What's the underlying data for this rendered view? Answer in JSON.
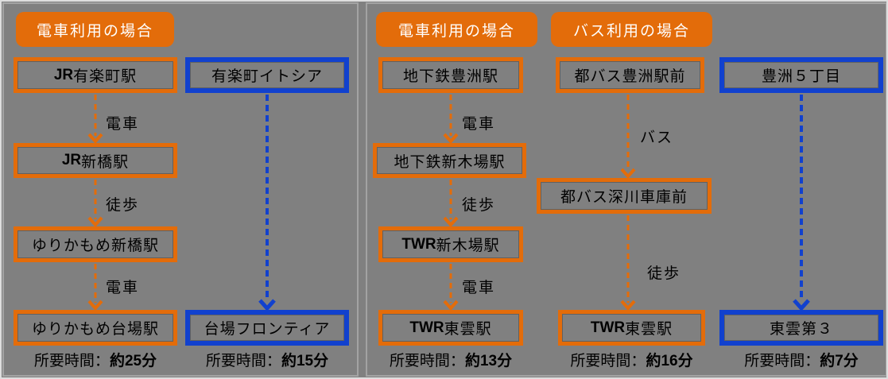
{
  "colors": {
    "background": "#808080",
    "panel_border": "#A3A3A3",
    "orange": "#E36C0A",
    "blue": "#1141CE",
    "box_text": "#000000",
    "header_text": "#FFFFFF"
  },
  "left_panel": {
    "header": "電車利用の場合",
    "train_route": {
      "stops": [
        {
          "prefix": "JR",
          "name": "有楽町駅"
        },
        {
          "prefix": "JR",
          "name": "新橋駅"
        },
        {
          "prefix": "",
          "name": "ゆりかもめ新橋駅"
        },
        {
          "prefix": "",
          "name": "ゆりかもめ台場駅"
        }
      ],
      "leg_labels": [
        "電車",
        "徒歩",
        "電車"
      ],
      "duration_label": "所要時間：",
      "duration_value": "約25分"
    },
    "direct_route": {
      "from": "有楽町イトシア",
      "to": "台場フロンティア",
      "duration_label": "所要時間：",
      "duration_value": "約15分"
    }
  },
  "right_panel": {
    "train_header": "電車利用の場合",
    "bus_header": "バス利用の場合",
    "train_route": {
      "stops": [
        {
          "prefix": "",
          "name": "地下鉄豊洲駅"
        },
        {
          "prefix": "",
          "name": "地下鉄新木場駅"
        },
        {
          "prefix": "TWR",
          "name": "新木場駅"
        },
        {
          "prefix": "TWR",
          "name": "東雲駅"
        }
      ],
      "leg_labels": [
        "電車",
        "徒歩",
        "電車"
      ],
      "duration_label": "所要時間：",
      "duration_value": "約13分"
    },
    "bus_route": {
      "stops": [
        {
          "prefix": "",
          "name": "都バス豊洲駅前"
        },
        {
          "prefix": "",
          "name": "都バス深川車庫前"
        },
        {
          "prefix": "TWR",
          "name": "東雲駅"
        }
      ],
      "leg_labels": [
        "バス",
        "徒歩"
      ],
      "duration_label": "所要時間：",
      "duration_value": "約16分"
    },
    "direct_route": {
      "from": "豊洲５丁目",
      "to": "東雲第３",
      "duration_label": "所要時間：",
      "duration_value": "約7分"
    }
  }
}
